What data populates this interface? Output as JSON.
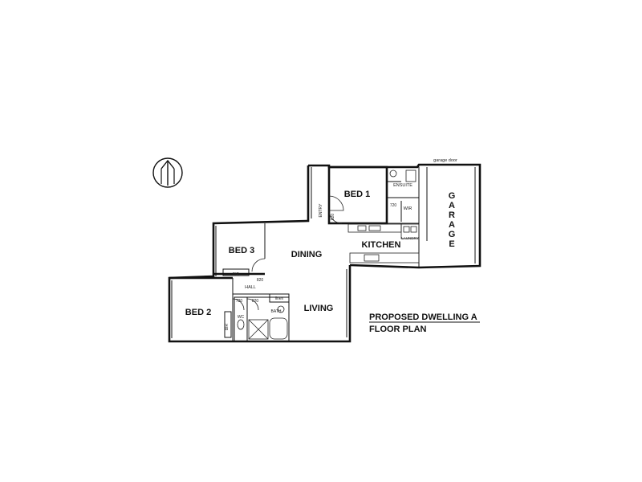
{
  "plan": {
    "title_line1": "PROPOSED DWELLING A",
    "title_line2": "FLOOR PLAN",
    "rooms": {
      "bed1": "BED 1",
      "bed2": "BED 2",
      "bed3": "BED 3",
      "dining": "DINING",
      "living": "LIVING",
      "kitchen": "KITCHEN",
      "garage_letters": [
        "G",
        "A",
        "R",
        "A",
        "G",
        "E"
      ],
      "ensuite": "ENSUITE",
      "wir": "WIR",
      "hall": "HALL",
      "bath": "BATH",
      "wc": "WC",
      "bir_bed3": "BIR",
      "bir_bed2": "BIR",
      "linen": "linen",
      "entry": "ENTRY",
      "laundry": "LAUNDRY"
    },
    "annotations": {
      "garage_door": "garage door",
      "door_820": "820",
      "door_720_bed1": "720",
      "door_720_bed2": "720",
      "door_820_bath": "820",
      "door_820_entry": "820"
    }
  }
}
